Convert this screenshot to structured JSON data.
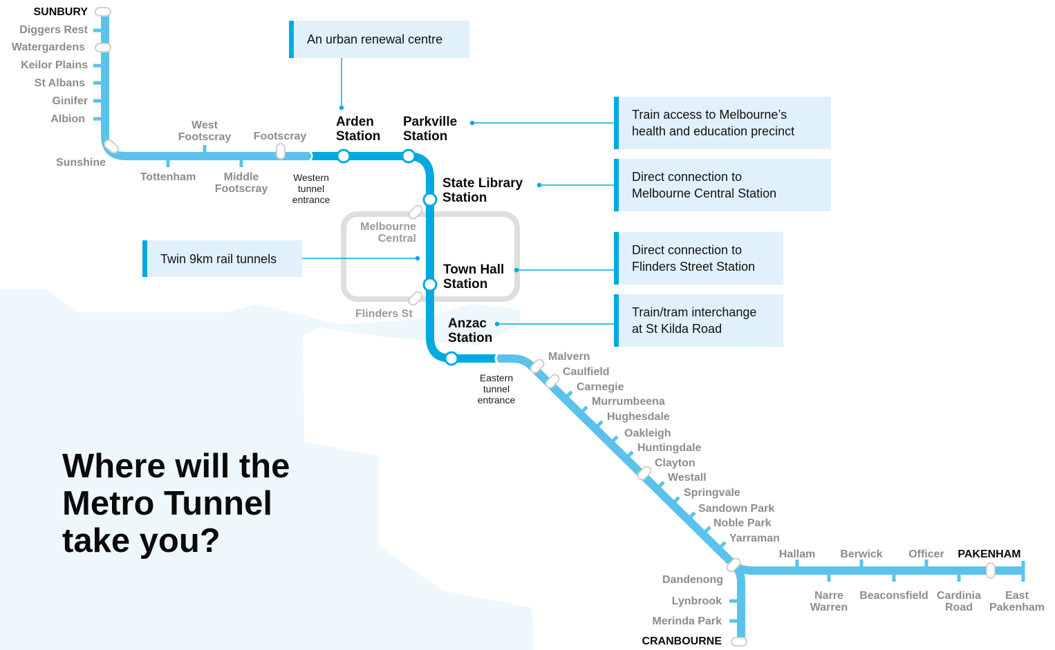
{
  "heading": "Where will the\nMetro Tunnel\ntake you?",
  "colors": {
    "line": "#5bc2eb",
    "tunnel": "#00a9e0",
    "land": "#eef7fc",
    "callout_bg": "#e1f1fb",
    "grey_text": "#8c8c8c"
  },
  "callouts": {
    "arden": "An urban renewal centre",
    "parkville": "Train access to Melbourne’s\nhealth and education precinct",
    "state_library": "Direct connection to\nMelbourne Central Station",
    "tunnels": "Twin 9km rail tunnels",
    "town_hall": "Direct connection to\nFlinders Street Station",
    "anzac": "Train/tram interchange\nat St Kilda Road"
  },
  "stations": {
    "sunbury": "SUNBURY",
    "diggers_rest": "Diggers Rest",
    "watergardens": "Watergardens",
    "keilor_plains": "Keilor Plains",
    "st_albans": "St Albans",
    "ginifer": "Ginifer",
    "albion": "Albion",
    "sunshine": "Sunshine",
    "tottenham": "Tottenham",
    "west_footscray": "West\nFootscray",
    "middle_footscray": "Middle\nFootscray",
    "footscray": "Footscray",
    "arden": "Arden\nStation",
    "parkville": "Parkville\nStation",
    "state_library": "State Library\nStation",
    "melbourne_central": "Melbourne\nCentral",
    "town_hall": "Town Hall\nStation",
    "flinders_st": "Flinders St",
    "anzac": "Anzac\nStation",
    "malvern": "Malvern",
    "caulfield": "Caulfield",
    "carnegie": "Carnegie",
    "murrumbeena": "Murrumbeena",
    "hughesdale": "Hughesdale",
    "oakleigh": "Oakleigh",
    "huntingdale": "Huntingdale",
    "clayton": "Clayton",
    "westall": "Westall",
    "springvale": "Springvale",
    "sandown_park": "Sandown Park",
    "noble_park": "Noble Park",
    "yarraman": "Yarraman",
    "dandenong": "Dandenong",
    "lynbrook": "Lynbrook",
    "merinda_park": "Merinda Park",
    "cranbourne": "CRANBOURNE",
    "hallam": "Hallam",
    "narre_warren": "Narre\nWarren",
    "berwick": "Berwick",
    "beaconsfield": "Beaconsfield",
    "officer": "Officer",
    "cardinia_road": "Cardinia\nRoad",
    "pakenham": "PAKENHAM",
    "east_pakenham": "East\nPakenham"
  },
  "notes": {
    "western_portal": "Western\ntunnel\nentrance",
    "eastern_portal": "Eastern\ntunnel\nentrance"
  }
}
